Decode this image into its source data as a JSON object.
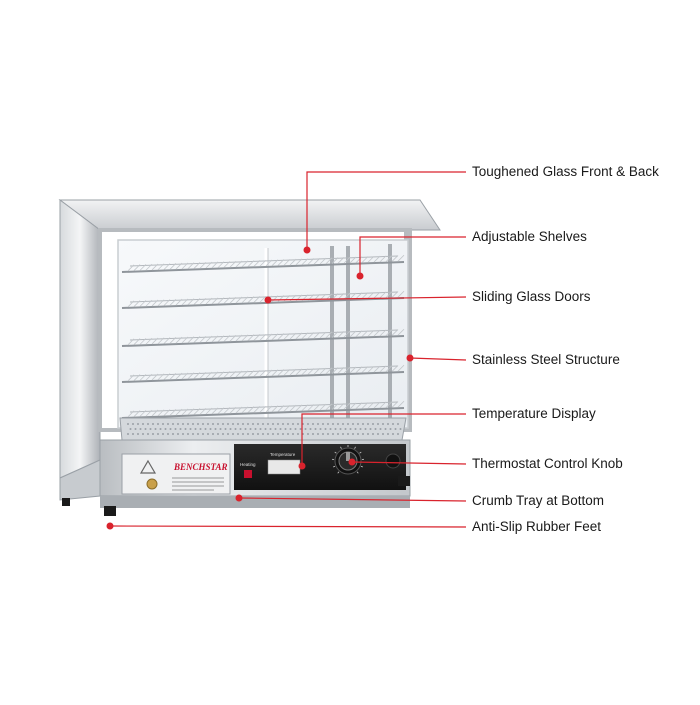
{
  "product": {
    "brand": "BENCHSTAR",
    "panel_heating_label": "Heating",
    "panel_temperature_label": "Temperature"
  },
  "callouts": [
    {
      "id": "toughened-glass",
      "label": "Toughened Glass Front & Back"
    },
    {
      "id": "adjustable-shelves",
      "label": "Adjustable Shelves"
    },
    {
      "id": "sliding-glass-doors",
      "label": "Sliding Glass Doors"
    },
    {
      "id": "stainless-steel-structure",
      "label": "Stainless Steel Structure"
    },
    {
      "id": "temperature-display",
      "label": "Temperature Display"
    },
    {
      "id": "thermostat-knob",
      "label": "Thermostat Control Knob"
    },
    {
      "id": "crumb-tray",
      "label": "Crumb Tray at Bottom"
    },
    {
      "id": "rubber-feet",
      "label": "Anti-Slip Rubber Feet"
    }
  ],
  "colors": {
    "callout_line": "#d9232d",
    "steel_light": "#e4e6e8",
    "steel_dark": "#9ea3a8",
    "control_panel": "#1c1c1c",
    "brand_red": "#c8102e"
  }
}
